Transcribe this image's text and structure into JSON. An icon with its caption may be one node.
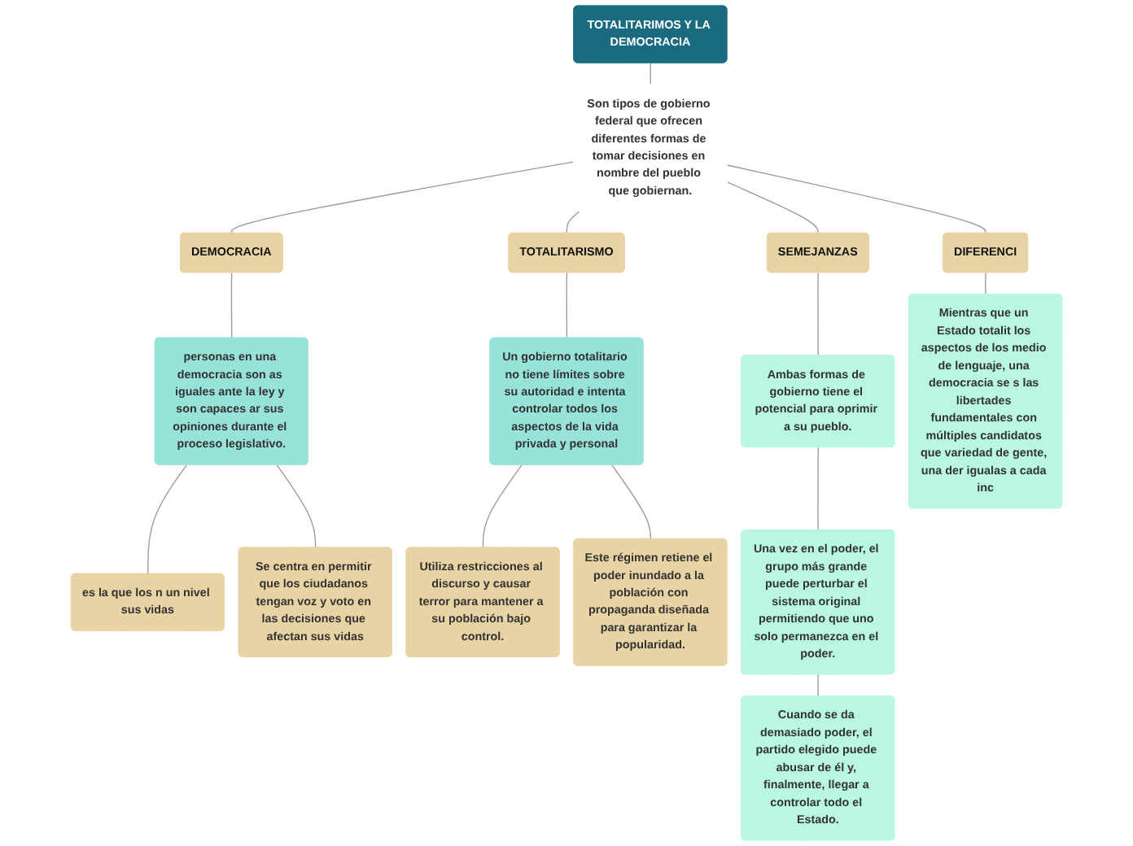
{
  "diagram": {
    "nodes": [
      {
        "text": [
          "TOTALITARIMOS Y LA DEMOCRACIA"
        ]
      },
      {
        "text": [
          "Son tipos de gobierno federal que ofrecen diferentes formas de tomar decisiones en nombre del pueblo que gobiernan."
        ]
      },
      {
        "text": [
          "DEMOCRACIA"
        ]
      },
      {
        "text": [
          "personas en una democracia son as iguales ante la ley y son capaces ar sus opiniones durante el proceso legislativo."
        ]
      },
      {
        "text": [
          "es la que los n un nivel sus vidas"
        ]
      },
      {
        "text": [
          "Se centra en permitir que los ciudadanos tengan voz y voto en las decisiones que afectan sus vidas"
        ]
      },
      {
        "text": [
          "TOTALITARISMO"
        ]
      },
      {
        "text": [
          "Un gobierno totalitario no tiene límites sobre su autoridad e intenta controlar todos los aspectos de la vida privada y personal"
        ]
      },
      {
        "text": [
          "Utiliza restricciones al discurso y causar terror para mantener a su población bajo control."
        ]
      },
      {
        "text": [
          "Este régimen retiene el poder inundado a la población con propaganda diseñada para garantizar la popularidad."
        ]
      },
      {
        "text": [
          "SEMEJANZAS"
        ]
      },
      {
        "text": [
          "Ambas formas de gobierno tiene el potencial para oprimir a su pueblo."
        ]
      },
      {
        "text": [
          "Una vez en el poder, el grupo más grande puede perturbar el sistema original permitiendo que uno solo permanezca en el poder."
        ]
      },
      {
        "text": [
          "Cuando se da demasiado poder, el partido elegido puede abusar de él y, finalmente, llegar a controlar todo el Estado."
        ]
      },
      {
        "text": [
          "DIFERENCI"
        ]
      },
      {
        "text": [
          "Mientras que un Estado totalit los aspectos de los medio de lenguaje, una democracia se s las libertades fundamentales con múltiples candidatos que variedad de gente, una der igualas a cada inc"
        ]
      }
    ],
    "edges": [
      {
        "from": 0,
        "to": 1,
        "arrow": "none"
      },
      {
        "from": 1,
        "to": 2,
        "arrow": "none"
      },
      {
        "from": 1,
        "to": 6,
        "arrow": "none"
      },
      {
        "from": 1,
        "to": 10,
        "arrow": "none"
      },
      {
        "from": 1,
        "to": 14,
        "arrow": "none"
      },
      {
        "from": 2,
        "to": 3,
        "arrow": "none"
      },
      {
        "from": 3,
        "to": 4,
        "arrow": "none"
      },
      {
        "from": 3,
        "to": 5,
        "arrow": "none"
      },
      {
        "from": 6,
        "to": 7,
        "arrow": "none"
      },
      {
        "from": 7,
        "to": 8,
        "arrow": "none"
      },
      {
        "from": 7,
        "to": 9,
        "arrow": "none"
      },
      {
        "from": 10,
        "to": 11,
        "arrow": "none"
      },
      {
        "from": 11,
        "to": 12,
        "arrow": "none"
      },
      {
        "from": 12,
        "to": 13,
        "arrow": "none"
      },
      {
        "from": 14,
        "to": 15,
        "arrow": "none"
      }
    ]
  }
}
